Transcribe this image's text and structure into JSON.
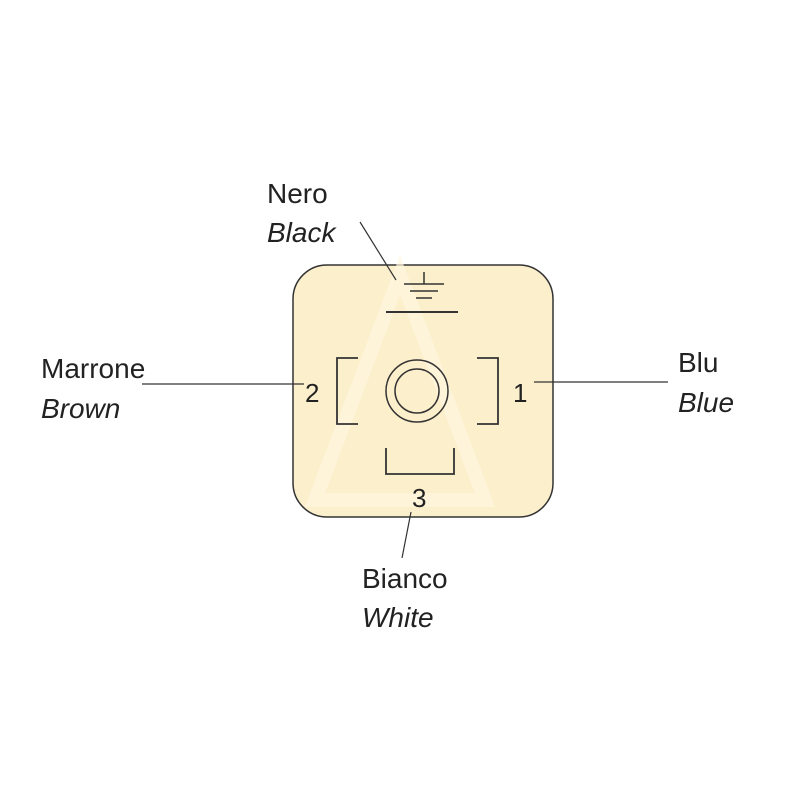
{
  "colors": {
    "connector_fill": "#fcefcc",
    "stroke": "#333333",
    "text": "#222222"
  },
  "pins": {
    "ground": {
      "label_it": "Nero",
      "label_en": "Black",
      "symbol": "ground-icon"
    },
    "pin1": {
      "number": "1",
      "label_it": "Blu",
      "label_en": "Blue"
    },
    "pin2": {
      "number": "2",
      "label_it": "Marrone",
      "label_en": "Brown"
    },
    "pin3": {
      "number": "3",
      "label_it": "Bianco",
      "label_en": "White"
    }
  }
}
